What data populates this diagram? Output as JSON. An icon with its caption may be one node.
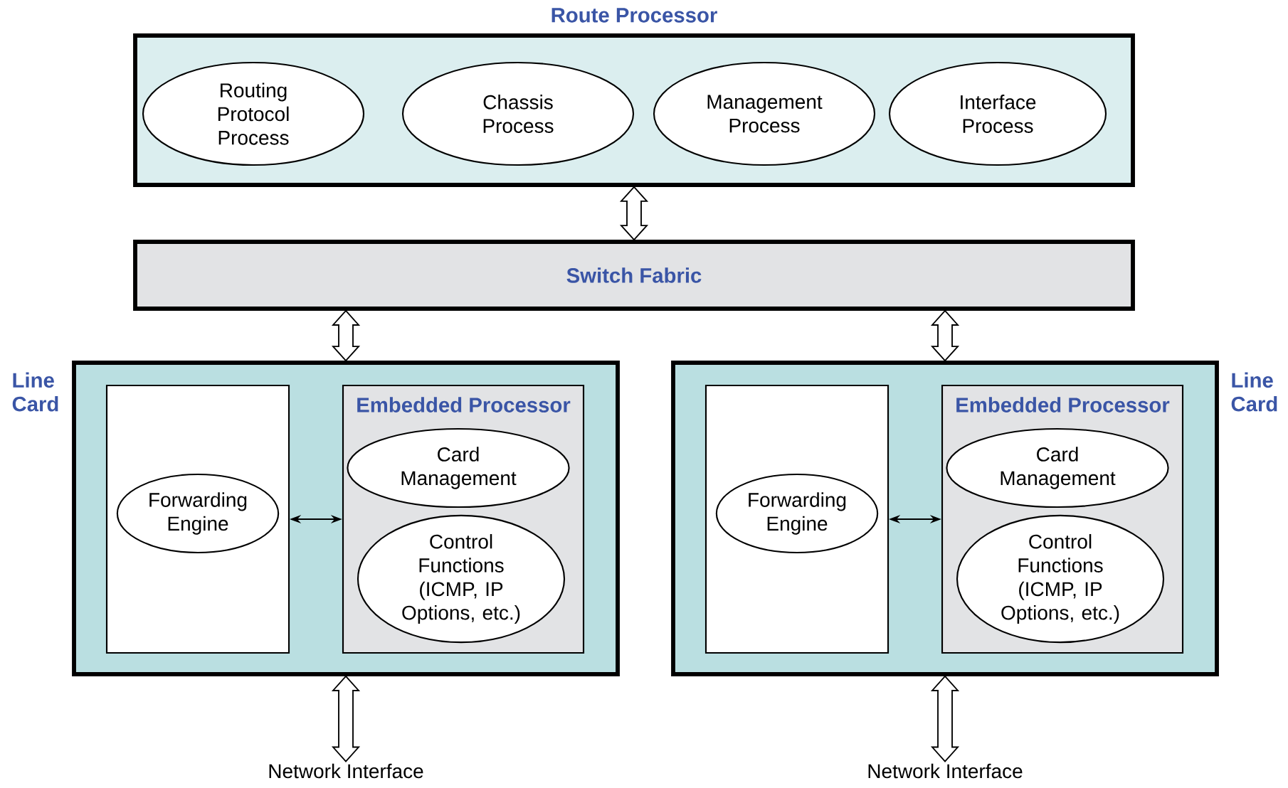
{
  "diagram": {
    "nodes": [
      {
        "text": [
          "Route Processor"
        ]
      },
      {
        "text": [
          "Routing Protocol Process"
        ],
        "in": 0
      },
      {
        "text": [
          "Chassis Process"
        ],
        "in": 0
      },
      {
        "text": [
          "Management Process"
        ],
        "in": 0
      },
      {
        "text": [
          "Interface Process"
        ],
        "in": 0
      },
      {
        "text": [
          "Switch Fabric"
        ]
      },
      {
        "text": [
          "Line Card"
        ]
      },
      {
        "text": [],
        "shape": "box",
        "in": 6
      },
      {
        "text": [
          "Forwarding Engine"
        ],
        "in": 7
      },
      {
        "text": [
          "Embedded Processor"
        ],
        "in": 6
      },
      {
        "text": [
          "Card Management"
        ],
        "in": 9
      },
      {
        "text": [
          "Control Functions (ICMP, IP Options, etc.)"
        ],
        "in": 9
      },
      {
        "text": [
          "Network Interface"
        ]
      },
      {
        "text": [
          "Line Card"
        ]
      },
      {
        "text": [],
        "shape": "box",
        "in": 13
      },
      {
        "text": [
          "Forwarding Engine"
        ],
        "in": 14
      },
      {
        "text": [
          "Embedded Processor"
        ],
        "in": 13
      },
      {
        "text": [
          "Card Management"
        ],
        "in": 16
      },
      {
        "text": [
          "Control Functions (ICMP, IP Options, etc.)"
        ],
        "in": 16
      },
      {
        "text": [
          "Network Interface"
        ]
      }
    ],
    "edges": [
      {
        "from": 0,
        "to": 5,
        "arrow": "both",
        "style": "thick"
      },
      {
        "from": 5,
        "to": 6,
        "arrow": "both",
        "style": "thick"
      },
      {
        "from": 5,
        "to": 13,
        "arrow": "both",
        "style": "thick"
      },
      {
        "from": 7,
        "to": 9,
        "arrow": "both"
      },
      {
        "from": 6,
        "to": 12,
        "arrow": "both",
        "style": "thick"
      },
      {
        "from": 14,
        "to": 16,
        "arrow": "both"
      },
      {
        "from": 13,
        "to": 19,
        "arrow": "both",
        "style": "thick"
      }
    ]
  }
}
